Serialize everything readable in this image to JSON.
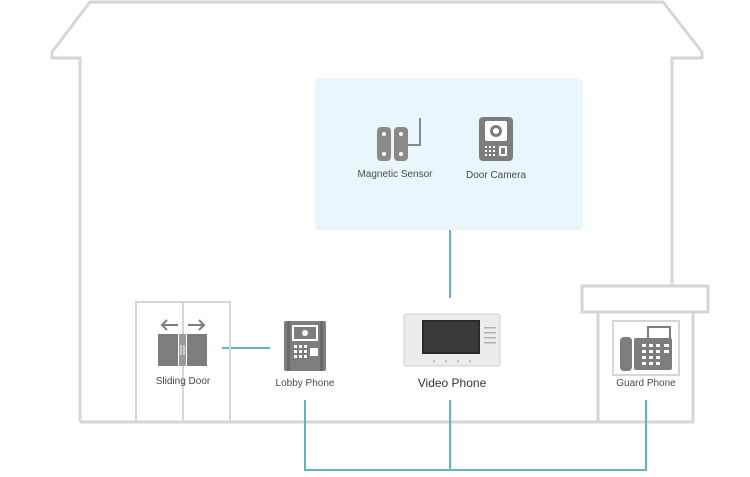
{
  "labels": {
    "magnetic_sensor": "Magnetic Sensor",
    "door_camera": "Door Camera",
    "sliding_door": "Sliding Door",
    "lobby_phone": "Lobby Phone",
    "video_phone": "Video Phone",
    "guard_phone": "Guard Phone"
  },
  "colors": {
    "house_outline": "#d6d6d6",
    "connection_line": "#63b3bb",
    "camera_zone_fill": "#eaf7fa",
    "device_gray": "#8a8a8a",
    "device_dark": "#6f6f6f"
  },
  "icons": [
    "house-outline",
    "magnetic-sensor-icon",
    "door-camera-icon",
    "sliding-door-icon",
    "lobby-phone-icon",
    "video-phone-icon",
    "guard-phone-icon"
  ]
}
